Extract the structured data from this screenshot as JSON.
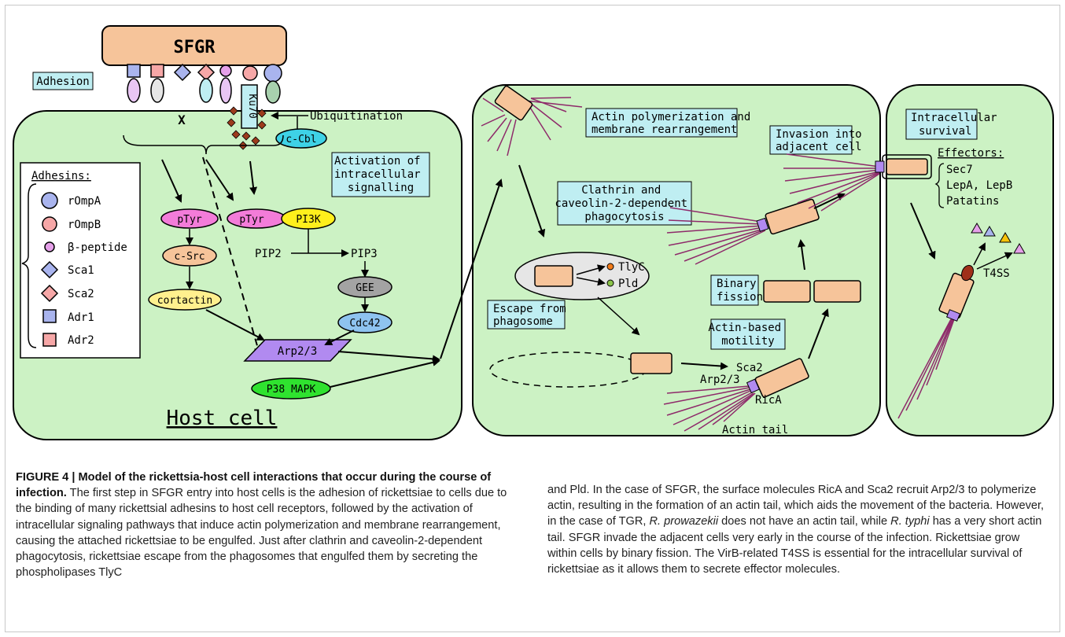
{
  "diagram": {
    "sfgr": "SFGR",
    "adhesion": "Adhesion",
    "x_label": "X",
    "ku70": "Ku70",
    "ubiquitination": "Ubiquitination",
    "c_cbl": "c-Cbl",
    "activation": [
      "Activation of",
      "intracellular",
      "signalling"
    ],
    "adhesins_title": "Adhesins:",
    "adhesins": [
      "rOmpA",
      "rOmpB",
      "β-peptide",
      "Sca1",
      "Sca2",
      "Adr1",
      "Adr2"
    ],
    "ptyr1": "pTyr",
    "ptyr2": "pTyr",
    "pi3k": "PI3K",
    "pip2": "PIP2",
    "pip3": "PIP3",
    "csrc": "c-Src",
    "cortactin": "cortactin",
    "gee": "GEE",
    "cdc42": "Cdc42",
    "arp23": "Arp2/3",
    "p38": "P38 MAPK",
    "host_cell": "Host cell",
    "actin_poly": [
      "Actin polymerization and",
      "membrane rearrangement"
    ],
    "clathrin": [
      "Clathrin and",
      "caveolin-2-dependent",
      "phagocytosis"
    ],
    "tlyc": "TlyC",
    "pld": "Pld",
    "escape": [
      "Escape from",
      "phagosome"
    ],
    "invasion": [
      "Invasion into",
      "adjacent cell"
    ],
    "binary": [
      "Binary",
      "fission"
    ],
    "actin_motility": [
      "Actin-based",
      "motility"
    ],
    "sca2": "Sca2",
    "arp23b": "Arp2/3",
    "rica": "RicA",
    "actin_tail": "Actin tail",
    "intracellular": [
      "Intracellular",
      "survival"
    ],
    "effectors": "Effectors:",
    "effector_items": [
      "Sec7",
      "LepA, LepB",
      "Patatins"
    ],
    "t4ss": "T4SS"
  },
  "caption": {
    "figure_label": "FIGURE 4 | Model of the rickettsia-host cell interactions that occur during the course of infection.",
    "left_text": " The first step in SFGR entry into host cells is the adhesion of rickettsiae to cells due to the binding of many rickettsial adhesins to host cell receptors, followed by the activation of intracellular signaling pathways that induce actin polymerization and membrane rearrangement, causing the attached rickettsiae to be engulfed. Just after clathrin and caveolin-2-dependent phagocytosis, rickettsiae escape from the phagosomes that engulfed them by secreting the phospholipases TlyC",
    "right_1": "and Pld. In the case of SFGR, the surface molecules RicA and Sca2 recruit Arp2/3 to polymerize actin, resulting in the formation of an actin tail, which aids the movement of the bacteria. However, in the case of TGR, ",
    "right_rp": "R. prowazekii",
    "right_2": " does not have an actin tail, while ",
    "right_rt": "R. typhi",
    "right_3": " has a very short actin tail. SFGR invade the adjacent cells very early in the course of the infection. Rickettsiae grow within cells by binary fission. The VirB-related T4SS is essential for the intracellular survival of rickettsiae as it allows them to secrete effector molecules."
  }
}
